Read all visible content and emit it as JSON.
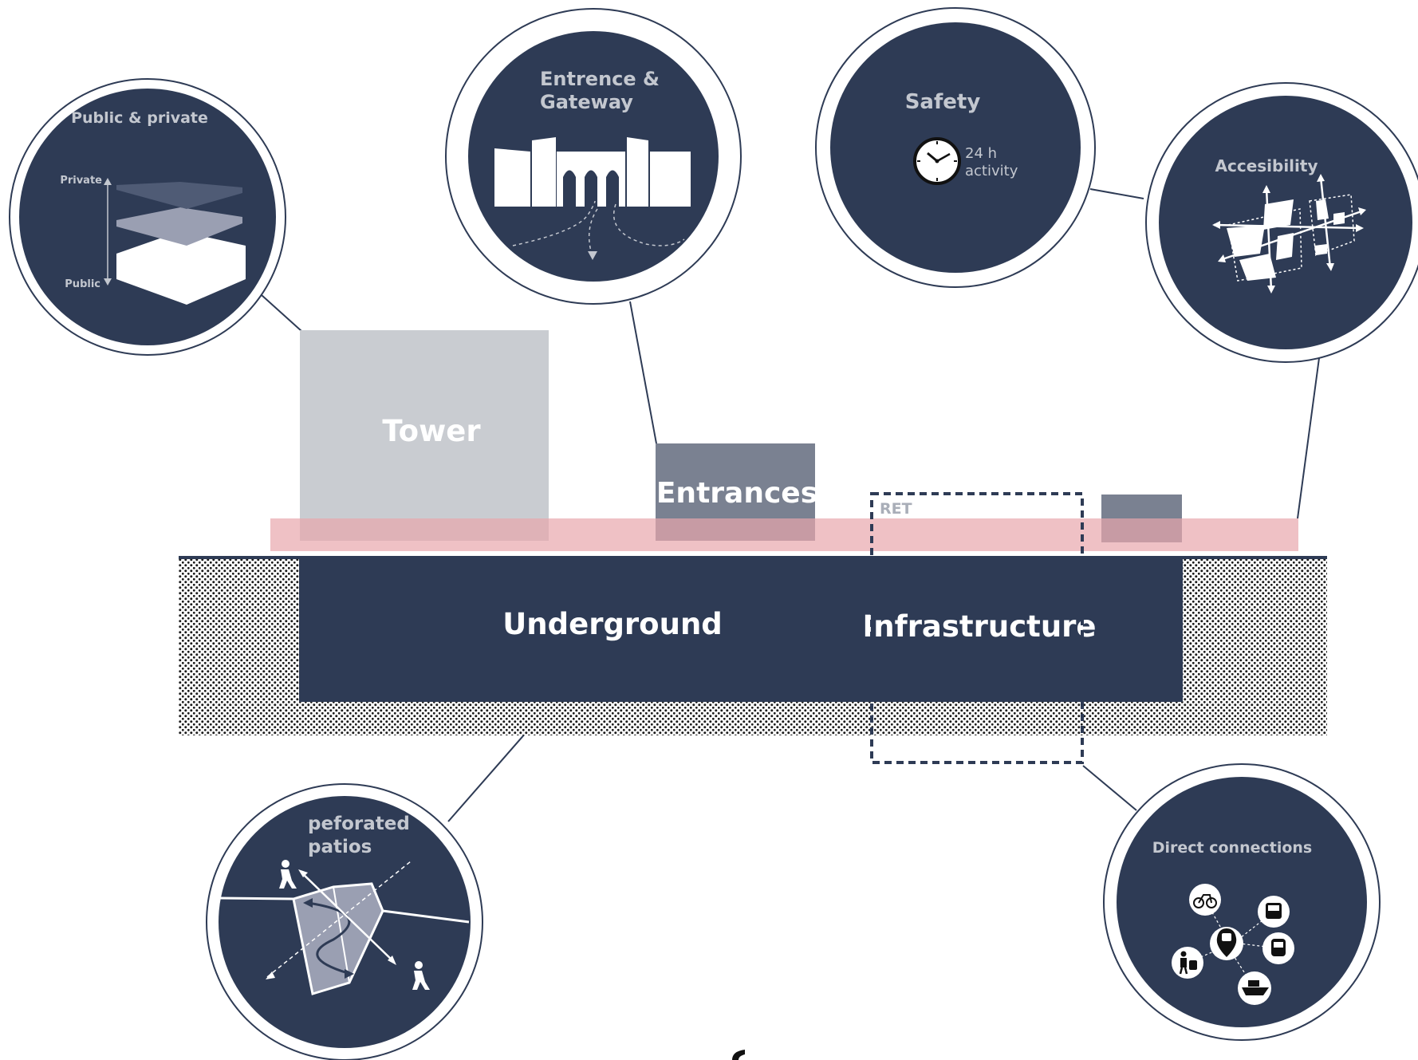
{
  "blocks": {
    "tower": "Tower",
    "entrances": "Entrances",
    "underground": "Underground",
    "infrastructure": "Infrastructure",
    "ret": "RET"
  },
  "circles": {
    "public_private": {
      "title": "Public & private",
      "private_label": "Private",
      "public_label": "Public"
    },
    "entrance_gateway": {
      "title_line1": "Entrence &",
      "title_line2": "Gateway"
    },
    "safety": {
      "title": "Safety",
      "note_line1": "24 h",
      "note_line2": "activity"
    },
    "accessibility": {
      "title": "Accesibility"
    },
    "patios": {
      "title_line1": "peforated",
      "title_line2": "patios"
    },
    "connections": {
      "title": "Direct connections",
      "modes": [
        "bike-icon",
        "bus-icon",
        "metro-icon",
        "tram-icon",
        "traveller-icon",
        "ferry-icon"
      ]
    }
  },
  "colors": {
    "navy": "#2e3b55",
    "tower_grey": "#c9ccd1",
    "entrance_grey": "#7a8191",
    "ground_pink": "#ecbfc3",
    "title_grey": "#c3c7cf"
  }
}
